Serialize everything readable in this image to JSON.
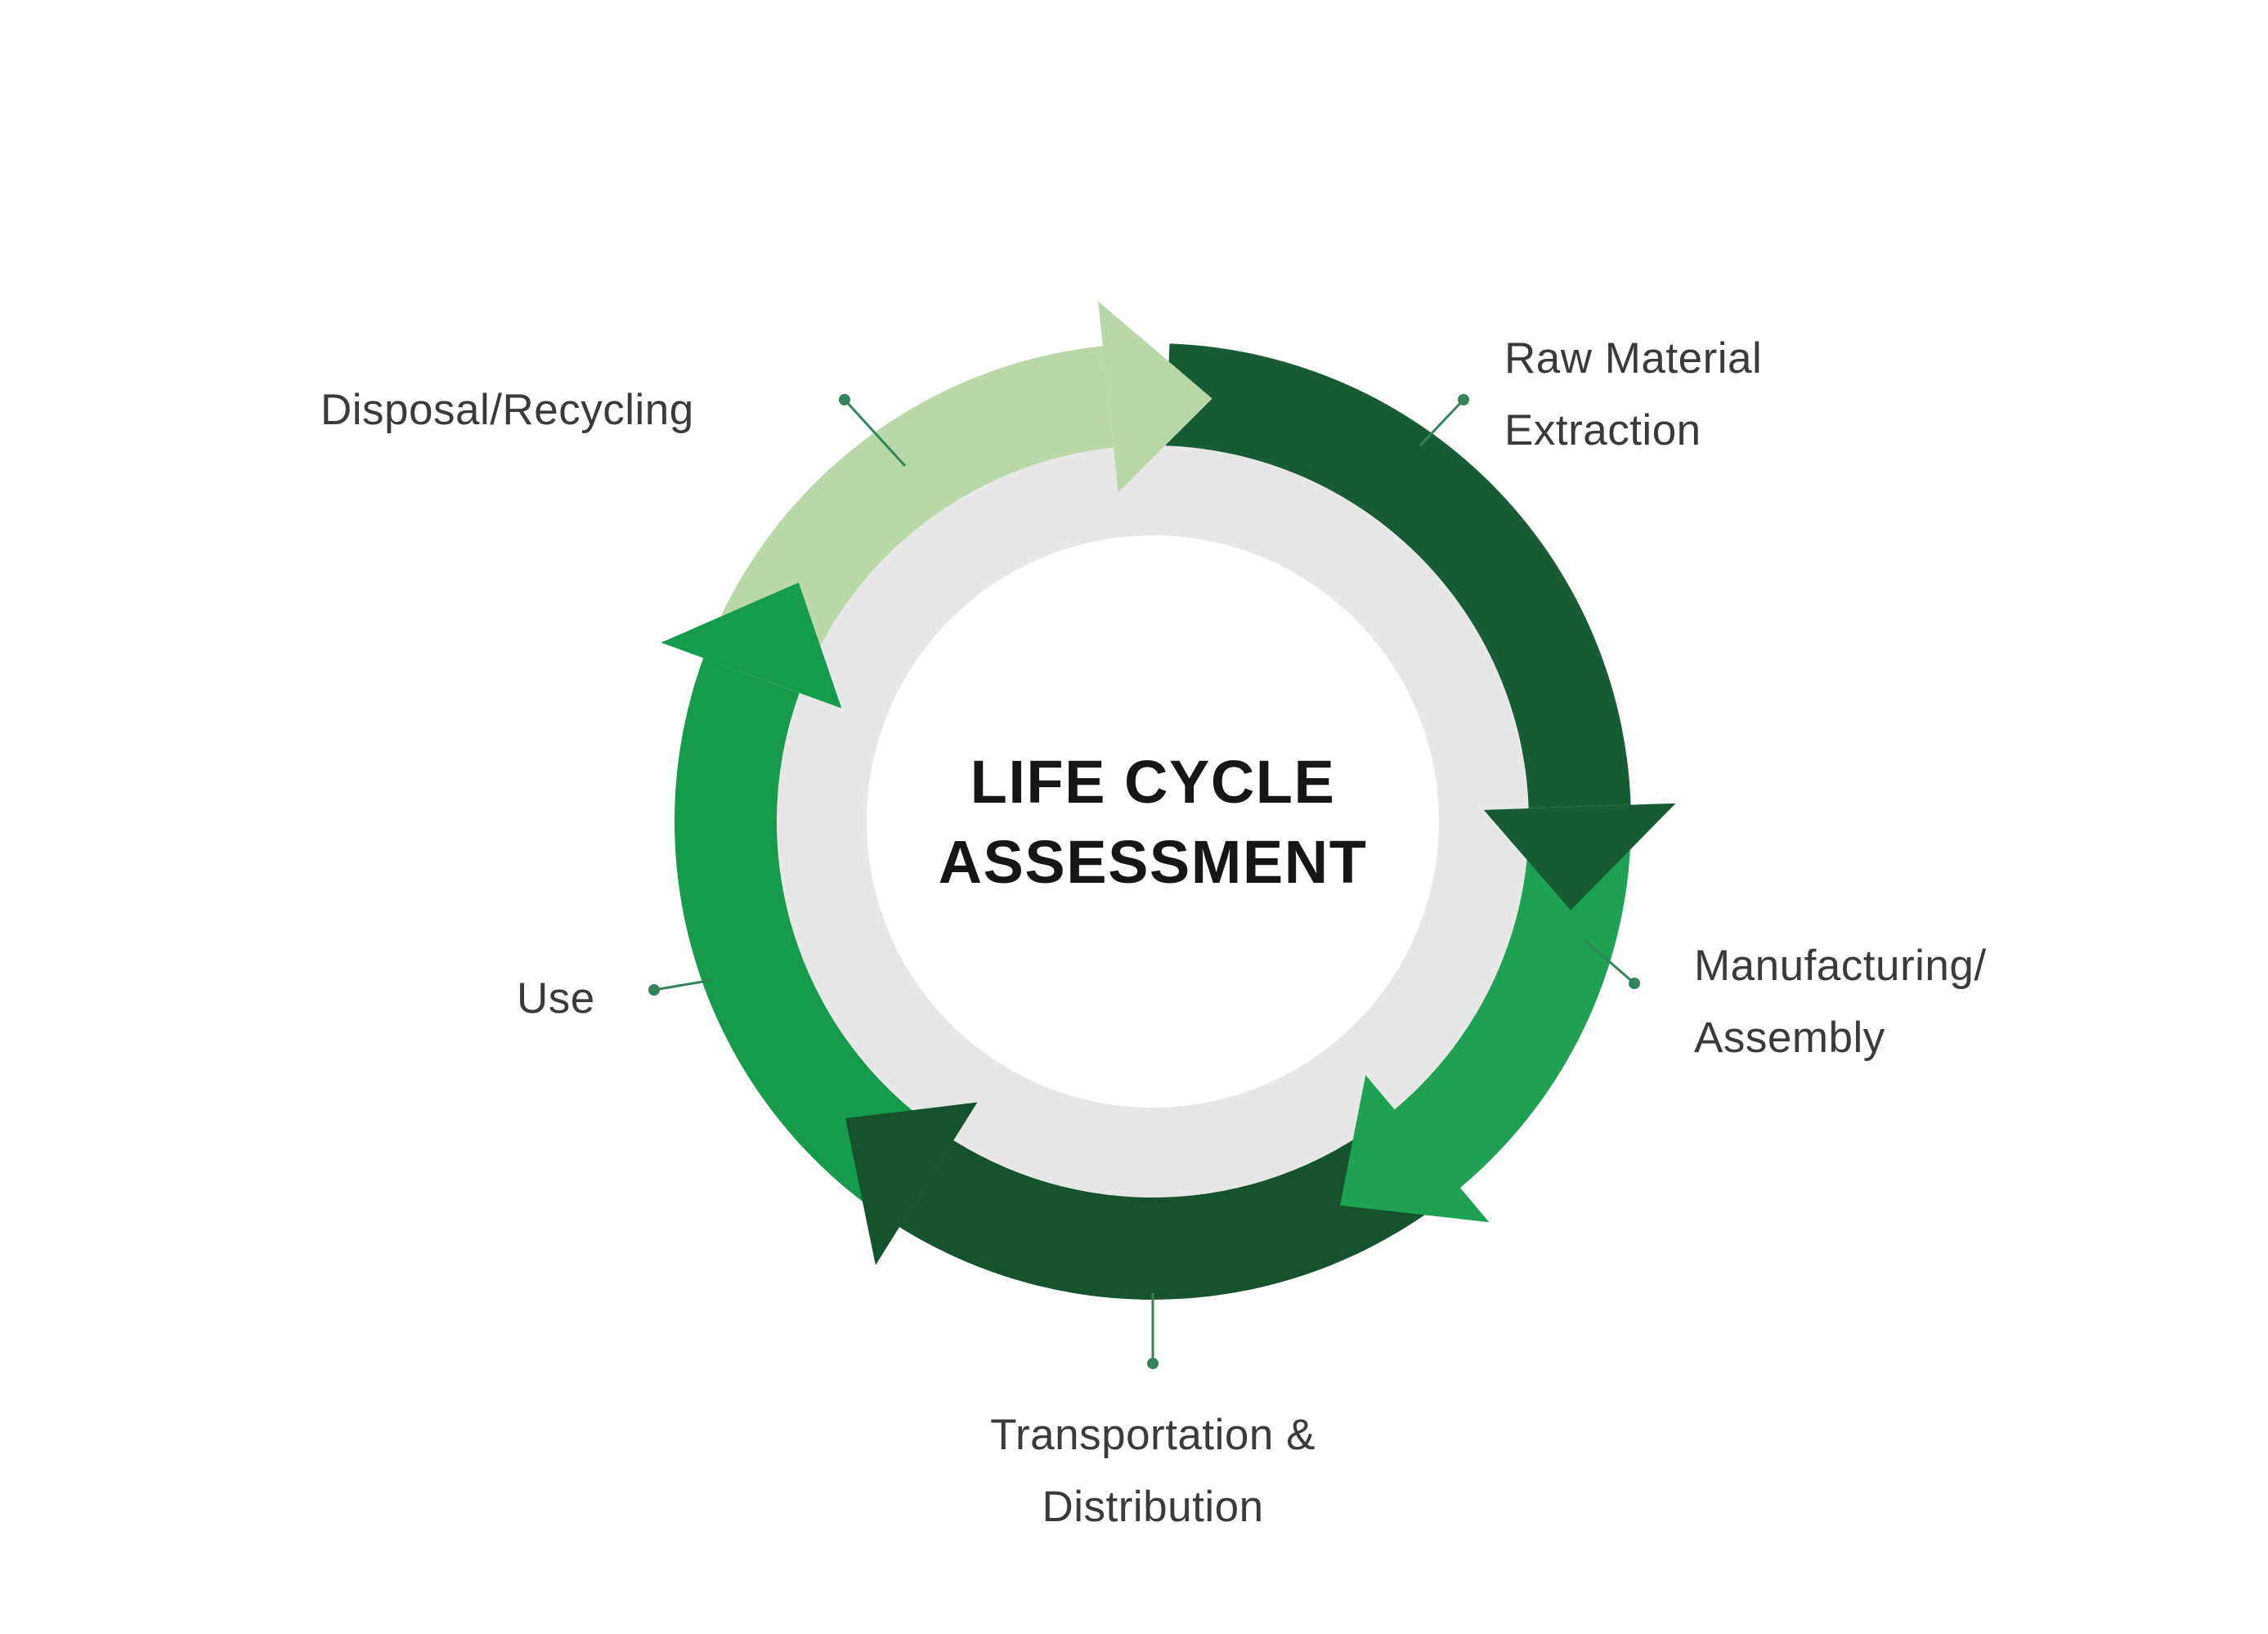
{
  "diagram": {
    "title_lines": [
      "LIFE CYCLE",
      "ASSESSMENT"
    ],
    "background": "#ffffff",
    "ring": {
      "gray": "#e7e7e7"
    },
    "leader_color": "#35835a",
    "text_color": "#3a3a3a",
    "title_color": "#161616",
    "segments": [
      {
        "id": "raw-material-extraction",
        "label_lines": [
          "Raw Material",
          "Extraction"
        ],
        "color": "#185c36",
        "start": 2,
        "end": 88
      },
      {
        "id": "manufacturing-assembly",
        "label_lines": [
          "Manufacturing/",
          "Assembly"
        ],
        "color": "#1ea154",
        "start": 88,
        "end": 140
      },
      {
        "id": "transportation-distribution",
        "label_lines": [
          "Transportation &",
          "Distribution"
        ],
        "color": "#14532d",
        "start": 140,
        "end": 212
      },
      {
        "id": "use",
        "label_lines": [
          "Use"
        ],
        "color": "#159a4e",
        "start": 212,
        "end": 290
      },
      {
        "id": "disposal-recycling",
        "label_lines": [
          "Disposal/Recycling"
        ],
        "color": "#bad7a9",
        "start": 290,
        "end": 354
      }
    ]
  }
}
